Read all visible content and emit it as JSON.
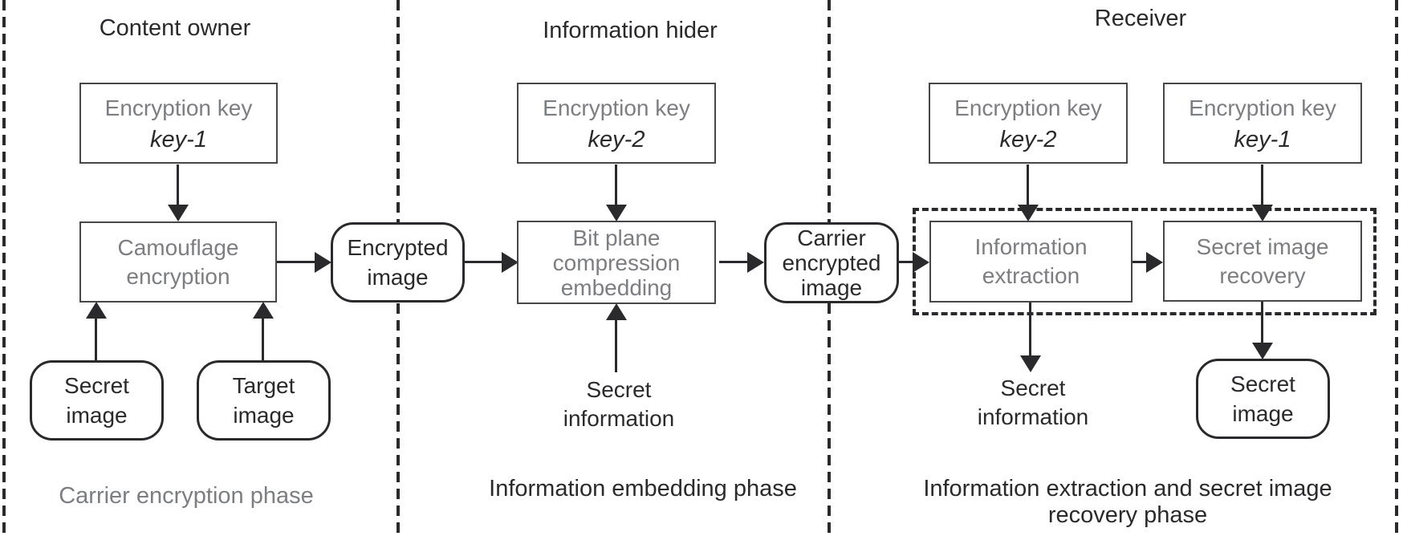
{
  "colors": {
    "gray_text": "#7d7e81",
    "dark": "#2a2a2c",
    "background": "#ffffff"
  },
  "sections": {
    "content_owner": {
      "title": "Content owner",
      "key_box": {
        "label": "Encryption key",
        "key_name": "key-1"
      },
      "process_box": "Camouflage\nencryption",
      "input_box_1": "Secret\nimage",
      "input_box_2": "Target\nimage",
      "phase_label": "Carrier encryption phase"
    },
    "information_hider": {
      "title": "Information hider",
      "key_box": {
        "label": "Encryption key",
        "key_name": "key-2"
      },
      "process_box": "Bit plane\ncompression\nembedding",
      "input_text": "Secret\ninformation",
      "phase_label": "Information embedding phase"
    },
    "receiver": {
      "title": "Receiver",
      "key_box_left": {
        "label": "Encryption key",
        "key_name": "key-2"
      },
      "key_box_right": {
        "label": "Encryption key",
        "key_name": "key-1"
      },
      "process_box_left": "Information\nextraction",
      "process_box_right": "Secret image\nrecovery",
      "output_text": "Secret\ninformation",
      "output_box": "Secret\nimage",
      "phase_label": "Information extraction and secret image\nrecovery phase"
    }
  },
  "connectors": {
    "encrypted_image": "Encrypted\nimage",
    "carrier_encrypted_image": "Carrier\nencrypted\nimage"
  }
}
